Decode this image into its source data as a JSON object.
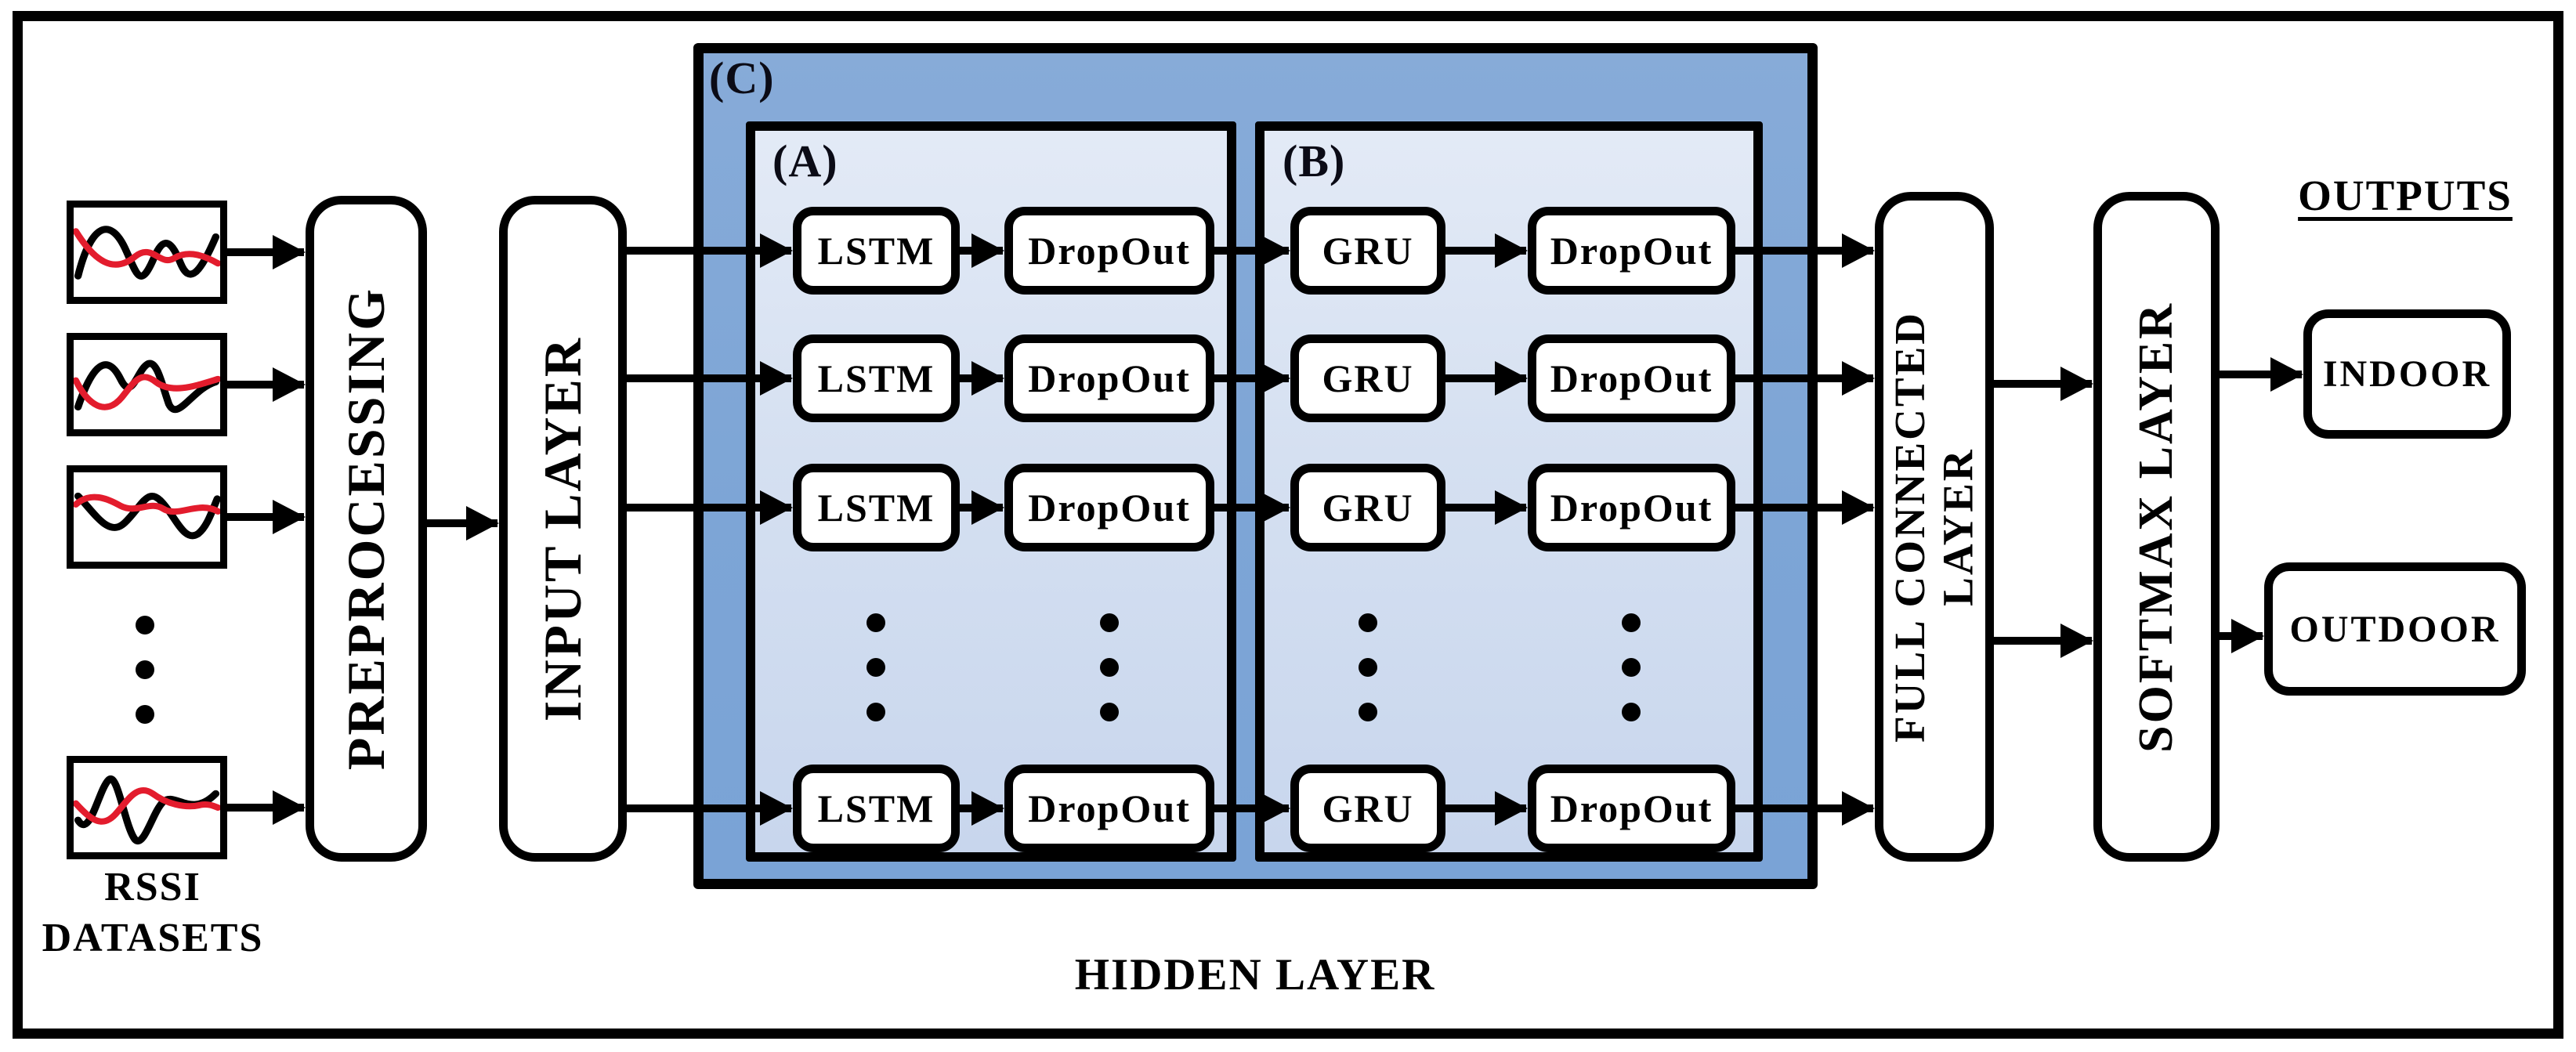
{
  "labels": {
    "rssi_line1": "RSSI",
    "rssi_line2": "DATASETS",
    "preprocessing": "PREPROCESSING",
    "input_layer": "INPUT LAYER",
    "group_c": "(C)",
    "group_a": "(A)",
    "group_b": "(B)",
    "lstm": "LSTM",
    "gru": "GRU",
    "dropout": "DropOut",
    "hidden_layer": "HIDDEN LAYER",
    "full_connected_line1": "FULL CONNECTED",
    "full_connected_line2": "LAYER",
    "softmax": "SOFTMAX LAYER",
    "outputs": "OUTPUTS",
    "indoor": "INDOOR",
    "outdoor": "OUTDOOR"
  },
  "colors": {
    "outline_black": "#000000",
    "hidden_outer_blue": "#7fa6d6",
    "hidden_inner_blue_top": "#e3eaf6",
    "hidden_inner_blue_bottom": "#c8d6ed",
    "waveform_red": "#e31c2d",
    "background": "#ffffff"
  },
  "structure": {
    "hidden_layer_rows_shown": 4,
    "branch_a_unit": "LSTM + DropOut",
    "branch_b_unit": "GRU + DropOut",
    "outputs": [
      "INDOOR",
      "OUTDOOR"
    ]
  }
}
